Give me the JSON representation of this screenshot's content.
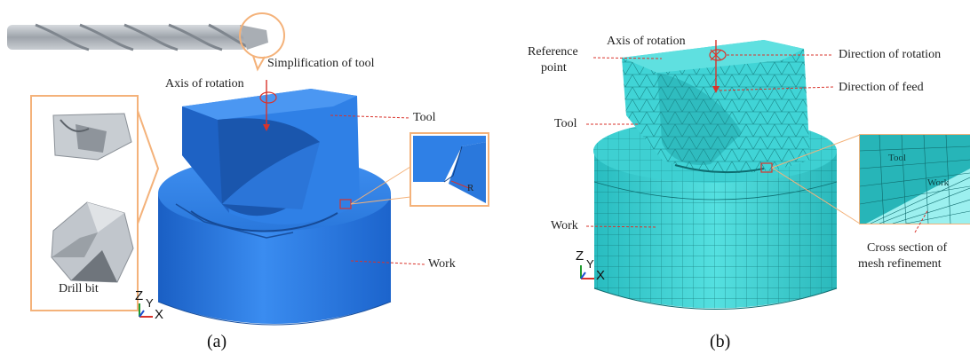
{
  "panel_a": {
    "caption": "(a)",
    "labels": {
      "simplification": "Simplification of tool",
      "axis_of_rotation": "Axis of rotation",
      "tool": "Tool",
      "work": "Work",
      "drill_bit": "Drill bit",
      "radius": "R"
    },
    "axes": {
      "z": "Z",
      "y": "Y",
      "x": "X"
    }
  },
  "panel_b": {
    "caption": "(b)",
    "labels": {
      "reference_point_1": "Reference",
      "reference_point_2": "point",
      "axis_of_rotation": "Axis of rotation",
      "direction_of_rotation": "Direction of rotation",
      "direction_of_feed": "Direction of feed",
      "tool": "Tool",
      "work": "Work",
      "cross_section_1": "Cross section of",
      "cross_section_2": "mesh refinement",
      "inset_tool": "Tool",
      "inset_work": "Work"
    },
    "axes": {
      "z": "Z",
      "y": "Y",
      "x": "X"
    }
  },
  "colors": {
    "blue_solid": "#2f7fe0",
    "blue_dark": "#1f5fb8",
    "mesh_cyan": "#3ed3d3",
    "mesh_dark": "#1a8f90",
    "drill_gray": "#b7bcc2",
    "accent_orange": "#f4b27a",
    "leader_red": "#d9332b"
  }
}
